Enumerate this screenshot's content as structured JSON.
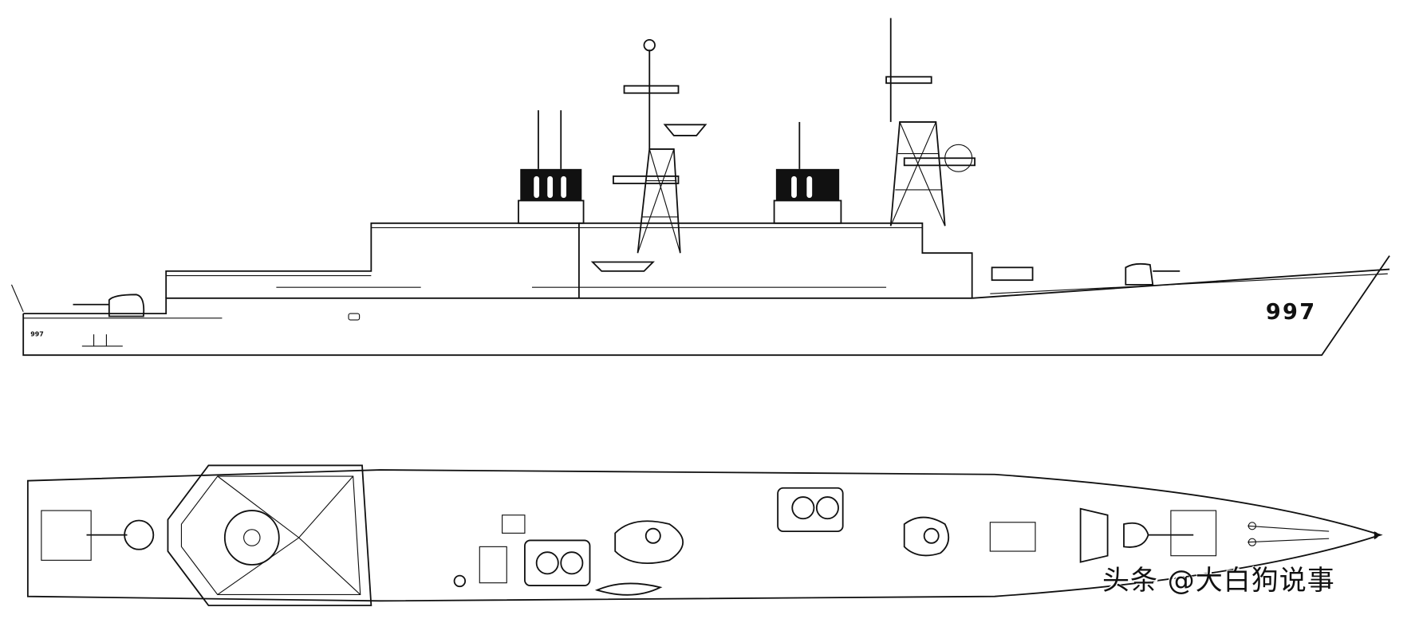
{
  "side_view": {
    "hull_number": "997",
    "stern_number": "997"
  },
  "watermark": "头条 @大白狗说事"
}
